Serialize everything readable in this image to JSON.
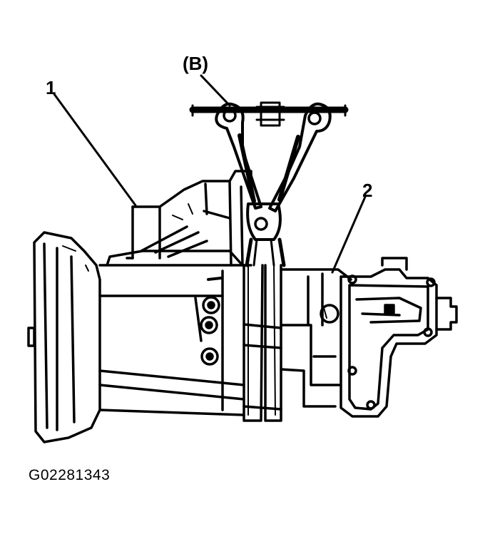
{
  "diagram": {
    "callouts": {
      "tool": "(B)",
      "part_1": "1",
      "part_2": "2"
    },
    "figure_id": "G02281343",
    "colors": {
      "ink": "#000000",
      "paper": "#ffffff"
    }
  }
}
